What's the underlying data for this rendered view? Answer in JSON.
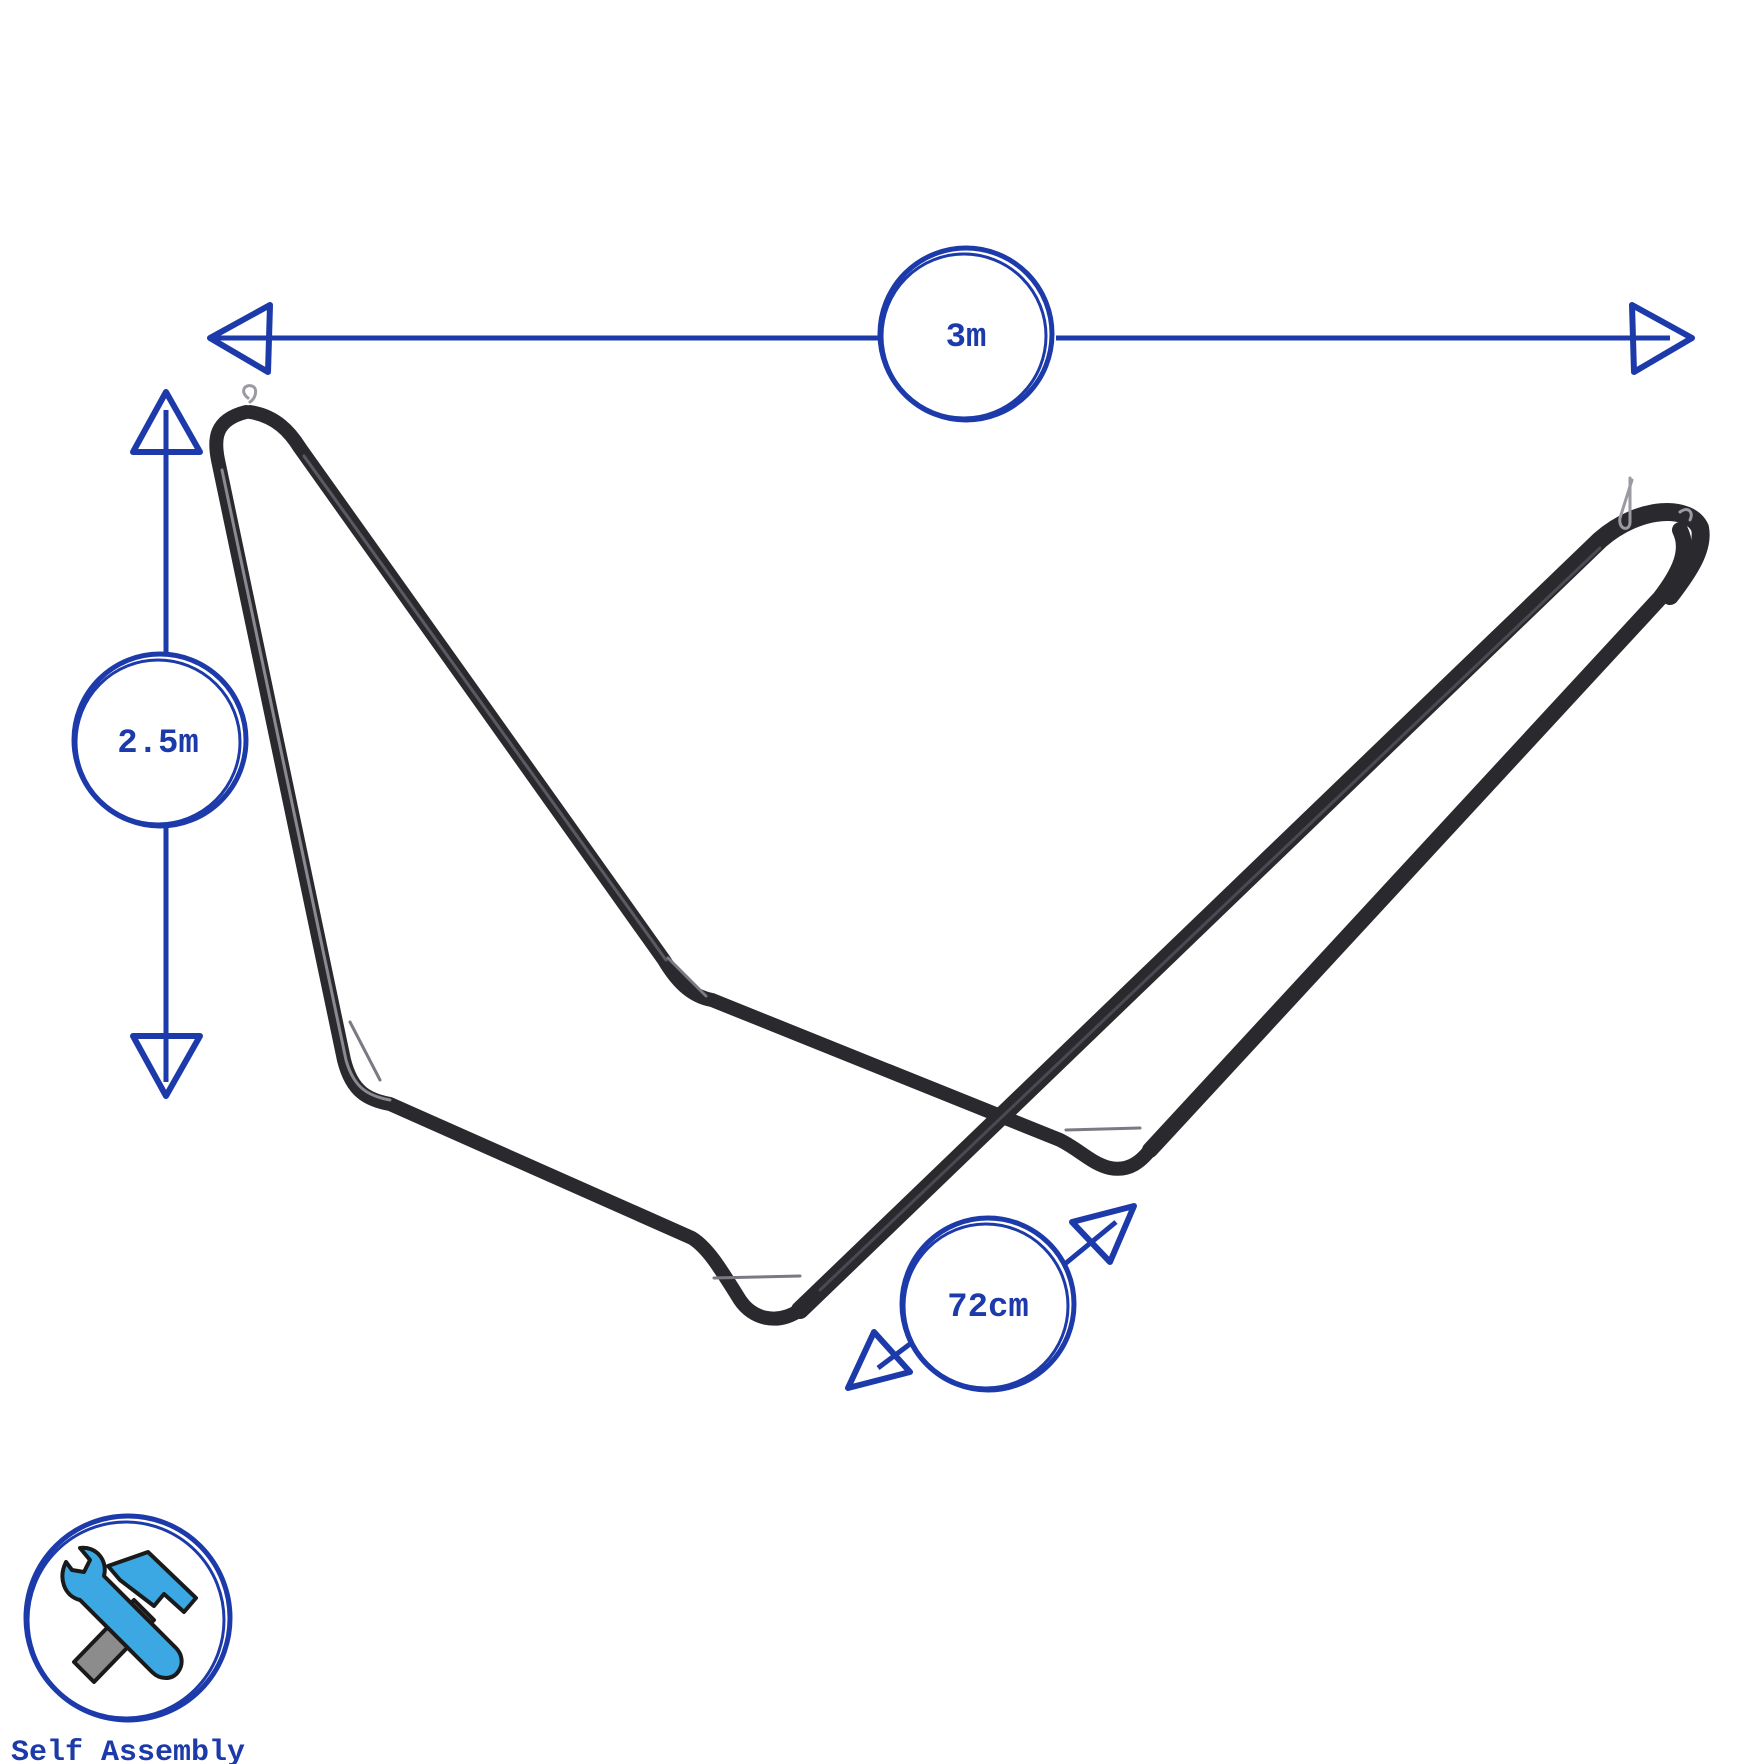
{
  "colors": {
    "accent": "#1c3aa9",
    "frame": "#2a2a2e",
    "frame_highlight": "#8a8a92",
    "icon_blue": "#3ba7e3",
    "icon_grey": "#8c8c8c"
  },
  "dimensions": {
    "width_label": "3m",
    "height_label": "2.5m",
    "depth_label": "72cm"
  },
  "badge": {
    "icon": "tools-icon",
    "label": "Self Assembly"
  }
}
